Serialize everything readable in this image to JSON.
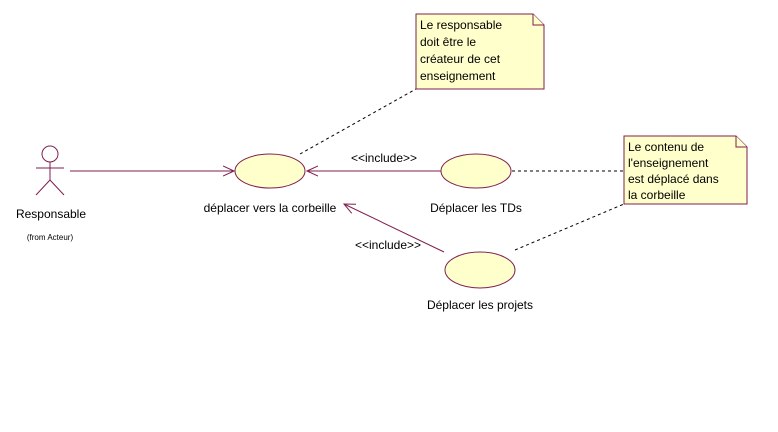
{
  "actor": {
    "name": "Responsable",
    "package": "(from Acteur)"
  },
  "use_cases": {
    "main": "déplacer vers la corbeille",
    "tds": "Déplacer les TDs",
    "projets": "Déplacer les projets"
  },
  "relations": {
    "include_tds": "<<include>>",
    "include_projets": "<<include>>"
  },
  "notes": {
    "note1": [
      "Le responsable",
      "doit être le",
      "créateur de cet",
      "enseignement"
    ],
    "note2": [
      "Le contenu de",
      "l'enseignement",
      "est déplacé dans",
      "la corbeille"
    ]
  },
  "colors": {
    "line": "#7f1f4f",
    "fill": "#ffffcc"
  }
}
